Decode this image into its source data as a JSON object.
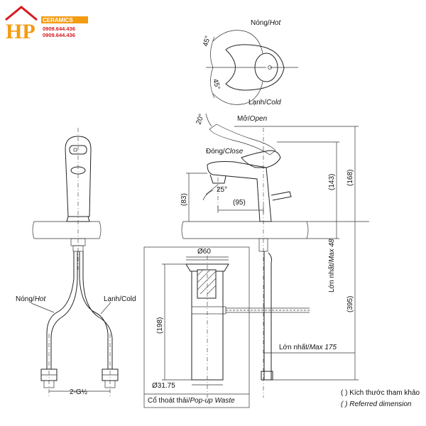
{
  "brand": {
    "initials": "HP",
    "name": "CERAMICS",
    "phone_1": "0909.644.436",
    "phone_2": "0909.644.436",
    "color_orange": "#f39c12",
    "color_red": "#d71920"
  },
  "top_view": {
    "hot_vi": "Nóng/",
    "hot_en": "Hot",
    "cold_vi": "Lạnh/",
    "cold_en": "Cold",
    "angle_upper": "45°",
    "angle_lower": "45°"
  },
  "side_view": {
    "open_vi": "Mở/",
    "open_en": "Open",
    "close_vi": "Đóng/",
    "close_en": "Close",
    "angle_open": "20°",
    "angle_spout": "25°",
    "dim_83": "(83)",
    "dim_95": "(95)",
    "dim_143": "(143)",
    "dim_168": "(168)",
    "dim_395": "(395)",
    "dim_198": "(198)",
    "dim_60": "Ø60",
    "dim_3175": "Ø31.75",
    "max48_vi": "Lớn nhất/",
    "max48_en": "Max 48",
    "max175_vi": "Lớn nhất/",
    "max175_en": "Max 175",
    "popup_vi": "Cổ thoát thải/",
    "popup_en": "Pop-up Waste"
  },
  "front_view": {
    "hot_vi": "Nóng/",
    "hot_en": "Hot",
    "cold": "Lạnh/Cold",
    "thread": "2-G½"
  },
  "legend": {
    "vi": "( ) Kích thước tham khảo",
    "en": "( ) Referred dimension"
  }
}
